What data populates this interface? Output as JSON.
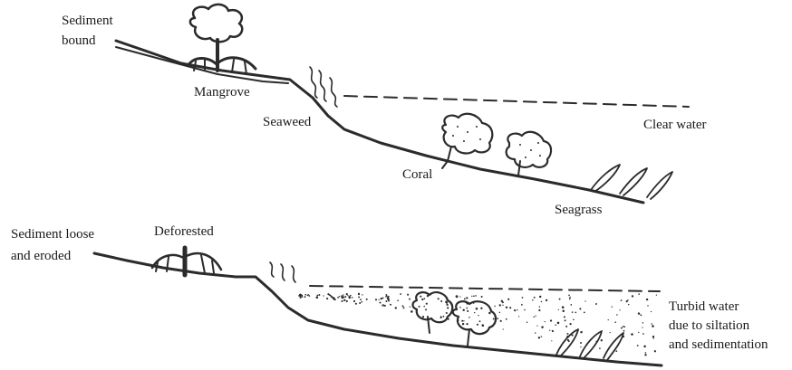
{
  "labels": {
    "sediment_bound_1": "Sediment",
    "sediment_bound_2": "bound",
    "mangrove": "Mangrove",
    "seaweed": "Seaweed",
    "clear_water": "Clear water",
    "coral": "Coral",
    "seagrass": "Seagrass",
    "sediment_loose_1": "Sediment loose",
    "sediment_loose_2": "and eroded",
    "deforested": "Deforested",
    "turbid_1": "Turbid water",
    "turbid_2": "due to siltation",
    "turbid_3": "and sedimentation"
  },
  "colors": {
    "ink": "#2b2b2b",
    "background": "#ffffff"
  }
}
